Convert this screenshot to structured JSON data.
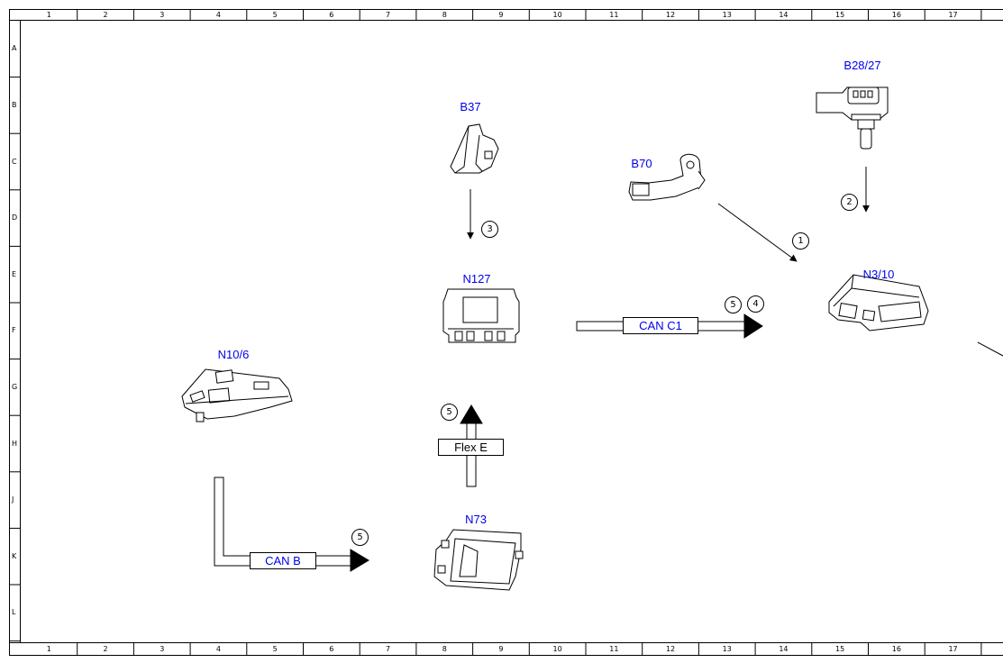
{
  "grid": {
    "columns": [
      "1",
      "2",
      "3",
      "4",
      "5",
      "6",
      "7",
      "8",
      "9",
      "10",
      "11",
      "12",
      "13",
      "14",
      "15",
      "16",
      "17"
    ],
    "rows": [
      "A",
      "B",
      "C",
      "D",
      "E",
      "F",
      "G",
      "H",
      "J",
      "K",
      "L"
    ]
  },
  "components": {
    "b37": "B37",
    "b70": "B70",
    "b28_27": "B28/27",
    "n127": "N127",
    "n3_10": "N3/10",
    "n10_6": "N10/6",
    "n73": "N73"
  },
  "buses": {
    "can_c1": "CAN C1",
    "flex_e": "Flex E",
    "can_b": "CAN B"
  },
  "markers": {
    "m1": "1",
    "m2": "2",
    "m3": "3",
    "m4": "4",
    "m5_can_c1": "5",
    "m5_flex_e": "5",
    "m5_can_b": "5"
  },
  "colors": {
    "label": "#0000ee",
    "line": "#000000"
  }
}
